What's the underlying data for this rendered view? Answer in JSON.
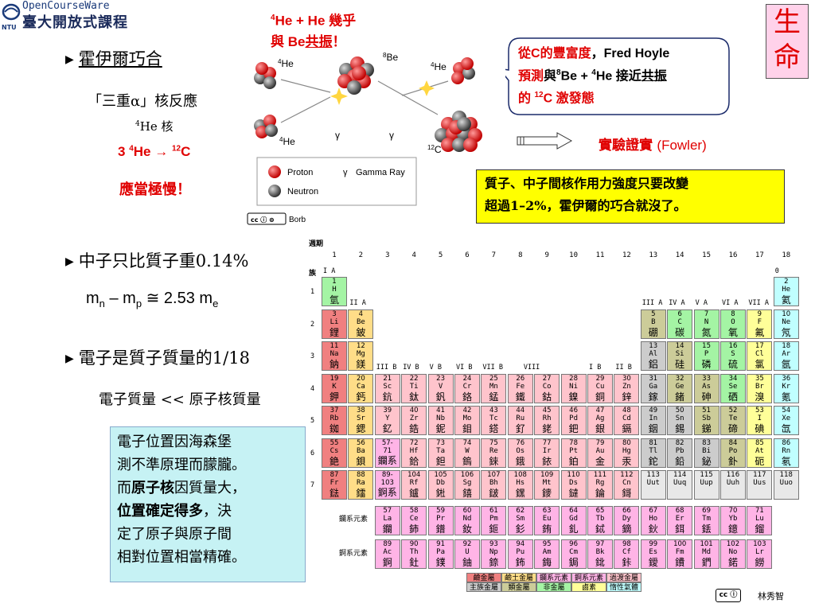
{
  "header": {
    "ocw_label": "OpenCourseWare",
    "university": "臺大開放式課程",
    "ntu": "NTU"
  },
  "life_box": {
    "line1": "生",
    "line2": "命"
  },
  "hoyle": {
    "bullet": "霍伊爾巧合",
    "reaction_name": "「三重α」核反應",
    "nucleus_label": "He 核",
    "nucleus_sup": "4",
    "eq_a": "3",
    "eq_b": "He",
    "eq_c": "C",
    "eq_sup1": "4",
    "eq_sup2": "12",
    "slow": "應當極慢！"
  },
  "resonance_note": {
    "line1": "He + He 幾乎",
    "line2a": "與 Be",
    "line2b": "共振",
    "line2c": "！",
    "sup_he": "4",
    "sup_be": "8"
  },
  "diagram": {
    "label_he1": "He",
    "label_be": "Be",
    "label_he2": "He",
    "label_he3": "He",
    "label_c": "C",
    "sup_he": "4",
    "sup_be": "8",
    "sup_c": "12",
    "gamma": "γ",
    "legend_proton": "Proton",
    "legend_gamma": "Gamma Ray",
    "legend_neutron": "Neutron",
    "credit": "Borb"
  },
  "callout": {
    "p1": "從",
    "p2": "C",
    "p3": "的豐富度",
    "p4": "，Fred Hoyle",
    "p5": "預測",
    "p6": "與",
    "p7": "Be + ",
    "p8": "He 接近",
    "p9": "共振",
    "p10": "的 ",
    "p11": "C 激發態",
    "sup8": "8",
    "sup4": "4",
    "sup12": "12"
  },
  "fowler": {
    "label": "實驗證實",
    "name": "(Fowler)"
  },
  "yellow_box": {
    "line1": "質子、中子間核作用力強度只要改變",
    "line2": "超過1–2%，霍伊爾的巧合就沒了。"
  },
  "neutron": {
    "bullet": "中子只比質子重0.14%",
    "mass_eq": "m",
    "sub_n": "n",
    "mass_mid": " – m",
    "sub_p": "p",
    "mass_end": " ≅ 2.53 m",
    "sub_e": "e"
  },
  "electron": {
    "bullet": "電子是質子質量的1/18",
    "compare": "電子質量 << 原子核質量",
    "box_l1": "電子位置因海森堡",
    "box_l2": "測不準原理而朦朧。",
    "box_l3a": "而",
    "box_l3b": "原子核",
    "box_l3c": "因質量大，",
    "box_l4a": "位置確定得多",
    "box_l4b": "，決",
    "box_l5": "定了原子與原子間",
    "box_l6": "相對位置相當精確。"
  },
  "periodic_table": {
    "corner_period": "週期",
    "corner_group": "族",
    "groups": [
      "1",
      "2",
      "3",
      "4",
      "5",
      "6",
      "7",
      "8",
      "9",
      "10",
      "11",
      "12",
      "13",
      "14",
      "15",
      "16",
      "17",
      "18"
    ],
    "subgroups": [
      "I A",
      "II A",
      "III B",
      "IV B",
      "V B",
      "VI B",
      "VII B",
      "VIII",
      "I B",
      "II B",
      "III A",
      "IV A",
      "V A",
      "VI A",
      "VII A",
      "0"
    ],
    "periods": [
      "1",
      "2",
      "3",
      "4",
      "5",
      "6",
      "7"
    ],
    "lanthanide_label": "鑭系元素",
    "actinide_label": "錒系元素",
    "legend": [
      "鹼金屬",
      "鹼土金屬",
      "鑭系元素",
      "錒系元素",
      "過渡金屬",
      "主族金屬",
      "類金屬",
      "非金屬",
      "鹵素",
      "惰性氣體"
    ],
    "credit": "林秀智",
    "colors": {
      "alkali": "#f08080",
      "alkaline": "#ffdd88",
      "lanth": "#ffb4e6",
      "actin": "#ffb4e6",
      "trans": "#ffc4cc",
      "post": "#cccccc",
      "metalloid": "#cccc99",
      "nonmetal": "#a4f4a4",
      "halogen": "#ffff99",
      "noble": "#c0ffff",
      "unknown": "#e8e8e8"
    },
    "elements": [
      {
        "n": "1",
        "s": "H",
        "c": "氫",
        "t": "nonmetal",
        "p": 1,
        "g": 1
      },
      {
        "n": "2",
        "s": "He",
        "c": "氦",
        "t": "noble",
        "p": 1,
        "g": 18
      },
      {
        "n": "3",
        "s": "Li",
        "c": "鋰",
        "t": "alkali",
        "p": 2,
        "g": 1
      },
      {
        "n": "4",
        "s": "Be",
        "c": "鈹",
        "t": "alkaline",
        "p": 2,
        "g": 2
      },
      {
        "n": "5",
        "s": "B",
        "c": "硼",
        "t": "metalloid",
        "p": 2,
        "g": 13
      },
      {
        "n": "6",
        "s": "C",
        "c": "碳",
        "t": "nonmetal",
        "p": 2,
        "g": 14
      },
      {
        "n": "7",
        "s": "N",
        "c": "氮",
        "t": "nonmetal",
        "p": 2,
        "g": 15
      },
      {
        "n": "8",
        "s": "O",
        "c": "氧",
        "t": "nonmetal",
        "p": 2,
        "g": 16
      },
      {
        "n": "9",
        "s": "F",
        "c": "氟",
        "t": "halogen",
        "p": 2,
        "g": 17
      },
      {
        "n": "10",
        "s": "Ne",
        "c": "氖",
        "t": "noble",
        "p": 2,
        "g": 18
      },
      {
        "n": "11",
        "s": "Na",
        "c": "鈉",
        "t": "alkali",
        "p": 3,
        "g": 1
      },
      {
        "n": "12",
        "s": "Mg",
        "c": "鎂",
        "t": "alkaline",
        "p": 3,
        "g": 2
      },
      {
        "n": "13",
        "s": "Al",
        "c": "鋁",
        "t": "post",
        "p": 3,
        "g": 13
      },
      {
        "n": "14",
        "s": "Si",
        "c": "硅",
        "t": "metalloid",
        "p": 3,
        "g": 14
      },
      {
        "n": "15",
        "s": "P",
        "c": "磷",
        "t": "nonmetal",
        "p": 3,
        "g": 15
      },
      {
        "n": "16",
        "s": "S",
        "c": "硫",
        "t": "nonmetal",
        "p": 3,
        "g": 16
      },
      {
        "n": "17",
        "s": "Cl",
        "c": "氯",
        "t": "halogen",
        "p": 3,
        "g": 17
      },
      {
        "n": "18",
        "s": "Ar",
        "c": "氬",
        "t": "noble",
        "p": 3,
        "g": 18
      },
      {
        "n": "19",
        "s": "K",
        "c": "鉀",
        "t": "alkali",
        "p": 4,
        "g": 1
      },
      {
        "n": "20",
        "s": "Ca",
        "c": "鈣",
        "t": "alkaline",
        "p": 4,
        "g": 2
      },
      {
        "n": "21",
        "s": "Sc",
        "c": "鈧",
        "t": "trans",
        "p": 4,
        "g": 3
      },
      {
        "n": "22",
        "s": "Ti",
        "c": "鈦",
        "t": "trans",
        "p": 4,
        "g": 4
      },
      {
        "n": "23",
        "s": "V",
        "c": "釩",
        "t": "trans",
        "p": 4,
        "g": 5
      },
      {
        "n": "24",
        "s": "Cr",
        "c": "鉻",
        "t": "trans",
        "p": 4,
        "g": 6
      },
      {
        "n": "25",
        "s": "Mn",
        "c": "錳",
        "t": "trans",
        "p": 4,
        "g": 7
      },
      {
        "n": "26",
        "s": "Fe",
        "c": "鐵",
        "t": "trans",
        "p": 4,
        "g": 8
      },
      {
        "n": "27",
        "s": "Co",
        "c": "鈷",
        "t": "trans",
        "p": 4,
        "g": 9
      },
      {
        "n": "28",
        "s": "Ni",
        "c": "鎳",
        "t": "trans",
        "p": 4,
        "g": 10
      },
      {
        "n": "29",
        "s": "Cu",
        "c": "銅",
        "t": "trans",
        "p": 4,
        "g": 11
      },
      {
        "n": "30",
        "s": "Zn",
        "c": "鋅",
        "t": "trans",
        "p": 4,
        "g": 12
      },
      {
        "n": "31",
        "s": "Ga",
        "c": "鎵",
        "t": "post",
        "p": 4,
        "g": 13
      },
      {
        "n": "32",
        "s": "Ge",
        "c": "鍺",
        "t": "metalloid",
        "p": 4,
        "g": 14
      },
      {
        "n": "33",
        "s": "As",
        "c": "砷",
        "t": "metalloid",
        "p": 4,
        "g": 15
      },
      {
        "n": "34",
        "s": "Se",
        "c": "硒",
        "t": "nonmetal",
        "p": 4,
        "g": 16
      },
      {
        "n": "35",
        "s": "Br",
        "c": "溴",
        "t": "halogen",
        "p": 4,
        "g": 17
      },
      {
        "n": "36",
        "s": "Kr",
        "c": "氪",
        "t": "noble",
        "p": 4,
        "g": 18
      },
      {
        "n": "37",
        "s": "Rb",
        "c": "銣",
        "t": "alkali",
        "p": 5,
        "g": 1
      },
      {
        "n": "38",
        "s": "Sr",
        "c": "鍶",
        "t": "alkaline",
        "p": 5,
        "g": 2
      },
      {
        "n": "39",
        "s": "Y",
        "c": "釔",
        "t": "trans",
        "p": 5,
        "g": 3
      },
      {
        "n": "40",
        "s": "Zr",
        "c": "鋯",
        "t": "trans",
        "p": 5,
        "g": 4
      },
      {
        "n": "41",
        "s": "Nb",
        "c": "鈮",
        "t": "trans",
        "p": 5,
        "g": 5
      },
      {
        "n": "42",
        "s": "Mo",
        "c": "鉬",
        "t": "trans",
        "p": 5,
        "g": 6
      },
      {
        "n": "43",
        "s": "Tc",
        "c": "鎝",
        "t": "trans",
        "p": 5,
        "g": 7
      },
      {
        "n": "44",
        "s": "Ru",
        "c": "釕",
        "t": "trans",
        "p": 5,
        "g": 8
      },
      {
        "n": "45",
        "s": "Rh",
        "c": "銠",
        "t": "trans",
        "p": 5,
        "g": 9
      },
      {
        "n": "46",
        "s": "Pd",
        "c": "鈀",
        "t": "trans",
        "p": 5,
        "g": 10
      },
      {
        "n": "47",
        "s": "Ag",
        "c": "銀",
        "t": "trans",
        "p": 5,
        "g": 11
      },
      {
        "n": "48",
        "s": "Cd",
        "c": "鎘",
        "t": "trans",
        "p": 5,
        "g": 12
      },
      {
        "n": "49",
        "s": "In",
        "c": "銦",
        "t": "post",
        "p": 5,
        "g": 13
      },
      {
        "n": "50",
        "s": "Sn",
        "c": "錫",
        "t": "post",
        "p": 5,
        "g": 14
      },
      {
        "n": "51",
        "s": "Sb",
        "c": "銻",
        "t": "metalloid",
        "p": 5,
        "g": 15
      },
      {
        "n": "52",
        "s": "Te",
        "c": "碲",
        "t": "metalloid",
        "p": 5,
        "g": 16
      },
      {
        "n": "53",
        "s": "I",
        "c": "碘",
        "t": "halogen",
        "p": 5,
        "g": 17
      },
      {
        "n": "54",
        "s": "Xe",
        "c": "氙",
        "t": "noble",
        "p": 5,
        "g": 18
      },
      {
        "n": "55",
        "s": "Cs",
        "c": "銫",
        "t": "alkali",
        "p": 6,
        "g": 1
      },
      {
        "n": "56",
        "s": "Ba",
        "c": "鋇",
        "t": "alkaline",
        "p": 6,
        "g": 2
      },
      {
        "n": "57-\n71",
        "s": "",
        "c": "鑭系",
        "t": "lanth",
        "p": 6,
        "g": 3
      },
      {
        "n": "72",
        "s": "Hf",
        "c": "鉿",
        "t": "trans",
        "p": 6,
        "g": 4
      },
      {
        "n": "73",
        "s": "Ta",
        "c": "鉭",
        "t": "trans",
        "p": 6,
        "g": 5
      },
      {
        "n": "74",
        "s": "W",
        "c": "鎢",
        "t": "trans",
        "p": 6,
        "g": 6
      },
      {
        "n": "75",
        "s": "Re",
        "c": "錸",
        "t": "trans",
        "p": 6,
        "g": 7
      },
      {
        "n": "76",
        "s": "Os",
        "c": "鋨",
        "t": "trans",
        "p": 6,
        "g": 8
      },
      {
        "n": "77",
        "s": "Ir",
        "c": "銥",
        "t": "trans",
        "p": 6,
        "g": 9
      },
      {
        "n": "78",
        "s": "Pt",
        "c": "鉑",
        "t": "trans",
        "p": 6,
        "g": 10
      },
      {
        "n": "79",
        "s": "Au",
        "c": "金",
        "t": "trans",
        "p": 6,
        "g": 11
      },
      {
        "n": "80",
        "s": "Hg",
        "c": "汞",
        "t": "trans",
        "p": 6,
        "g": 12
      },
      {
        "n": "81",
        "s": "Tl",
        "c": "鉈",
        "t": "post",
        "p": 6,
        "g": 13
      },
      {
        "n": "82",
        "s": "Pb",
        "c": "鉛",
        "t": "post",
        "p": 6,
        "g": 14
      },
      {
        "n": "83",
        "s": "Bi",
        "c": "鉍",
        "t": "post",
        "p": 6,
        "g": 15
      },
      {
        "n": "84",
        "s": "Po",
        "c": "釙",
        "t": "metalloid",
        "p": 6,
        "g": 16
      },
      {
        "n": "85",
        "s": "At",
        "c": "砈",
        "t": "halogen",
        "p": 6,
        "g": 17
      },
      {
        "n": "86",
        "s": "Rn",
        "c": "氡",
        "t": "noble",
        "p": 6,
        "g": 18
      },
      {
        "n": "87",
        "s": "Fr",
        "c": "鍅",
        "t": "alkali",
        "p": 7,
        "g": 1
      },
      {
        "n": "88",
        "s": "Ra",
        "c": "鐳",
        "t": "alkaline",
        "p": 7,
        "g": 2
      },
      {
        "n": "89-\n103",
        "s": "",
        "c": "錒系",
        "t": "actin",
        "p": 7,
        "g": 3
      },
      {
        "n": "104",
        "s": "Rf",
        "c": "鑪",
        "t": "trans",
        "p": 7,
        "g": 4
      },
      {
        "n": "105",
        "s": "Db",
        "c": "𨧀",
        "t": "trans",
        "p": 7,
        "g": 5
      },
      {
        "n": "106",
        "s": "Sg",
        "c": "𨭎",
        "t": "trans",
        "p": 7,
        "g": 6
      },
      {
        "n": "107",
        "s": "Bh",
        "c": "𨨏",
        "t": "trans",
        "p": 7,
        "g": 7
      },
      {
        "n": "108",
        "s": "Hs",
        "c": "𨭆",
        "t": "trans",
        "p": 7,
        "g": 8
      },
      {
        "n": "109",
        "s": "Mt",
        "c": "䥑",
        "t": "trans",
        "p": 7,
        "g": 9
      },
      {
        "n": "110",
        "s": "Ds",
        "c": "鐽",
        "t": "trans",
        "p": 7,
        "g": 10
      },
      {
        "n": "111",
        "s": "Rg",
        "c": "錀",
        "t": "trans",
        "p": 7,
        "g": 11
      },
      {
        "n": "112",
        "s": "Cn",
        "c": "鎶",
        "t": "trans",
        "p": 7,
        "g": 12
      },
      {
        "n": "113",
        "s": "Uut",
        "c": "",
        "t": "unknown",
        "p": 7,
        "g": 13
      },
      {
        "n": "114",
        "s": "Uuq",
        "c": "",
        "t": "unknown",
        "p": 7,
        "g": 14
      },
      {
        "n": "115",
        "s": "Uup",
        "c": "",
        "t": "unknown",
        "p": 7,
        "g": 15
      },
      {
        "n": "116",
        "s": "Uuh",
        "c": "",
        "t": "unknown",
        "p": 7,
        "g": 16
      },
      {
        "n": "117",
        "s": "Uus",
        "c": "",
        "t": "unknown",
        "p": 7,
        "g": 17
      },
      {
        "n": "118",
        "s": "Uuo",
        "c": "",
        "t": "unknown",
        "p": 7,
        "g": 18
      }
    ],
    "lanthanides": [
      {
        "n": "57",
        "s": "La",
        "c": "鑭"
      },
      {
        "n": "58",
        "s": "Ce",
        "c": "鈰"
      },
      {
        "n": "59",
        "s": "Pr",
        "c": "鐠"
      },
      {
        "n": "60",
        "s": "Nd",
        "c": "釹"
      },
      {
        "n": "61",
        "s": "Pm",
        "c": "鉕"
      },
      {
        "n": "62",
        "s": "Sm",
        "c": "釤"
      },
      {
        "n": "63",
        "s": "Eu",
        "c": "銪"
      },
      {
        "n": "64",
        "s": "Gd",
        "c": "釓"
      },
      {
        "n": "65",
        "s": "Tb",
        "c": "鋱"
      },
      {
        "n": "66",
        "s": "Dy",
        "c": "鏑"
      },
      {
        "n": "67",
        "s": "Ho",
        "c": "鈥"
      },
      {
        "n": "68",
        "s": "Er",
        "c": "鉺"
      },
      {
        "n": "69",
        "s": "Tm",
        "c": "銩"
      },
      {
        "n": "70",
        "s": "Yb",
        "c": "鐿"
      },
      {
        "n": "71",
        "s": "Lu",
        "c": "鎦"
      }
    ],
    "actinides": [
      {
        "n": "89",
        "s": "Ac",
        "c": "錒"
      },
      {
        "n": "90",
        "s": "Th",
        "c": "釷"
      },
      {
        "n": "91",
        "s": "Pa",
        "c": "鏷"
      },
      {
        "n": "92",
        "s": "U",
        "c": "鈾"
      },
      {
        "n": "93",
        "s": "Np",
        "c": "錼"
      },
      {
        "n": "94",
        "s": "Pu",
        "c": "鈽"
      },
      {
        "n": "95",
        "s": "Am",
        "c": "鋂"
      },
      {
        "n": "96",
        "s": "Cm",
        "c": "鋦"
      },
      {
        "n": "97",
        "s": "Bk",
        "c": "鉳"
      },
      {
        "n": "98",
        "s": "Cf",
        "c": "鉲"
      },
      {
        "n": "99",
        "s": "Es",
        "c": "鑀"
      },
      {
        "n": "100",
        "s": "Fm",
        "c": "鐨"
      },
      {
        "n": "101",
        "s": "Md",
        "c": "鍆"
      },
      {
        "n": "102",
        "s": "No",
        "c": "鍩"
      },
      {
        "n": "103",
        "s": "Lr",
        "c": "鐒"
      }
    ]
  }
}
